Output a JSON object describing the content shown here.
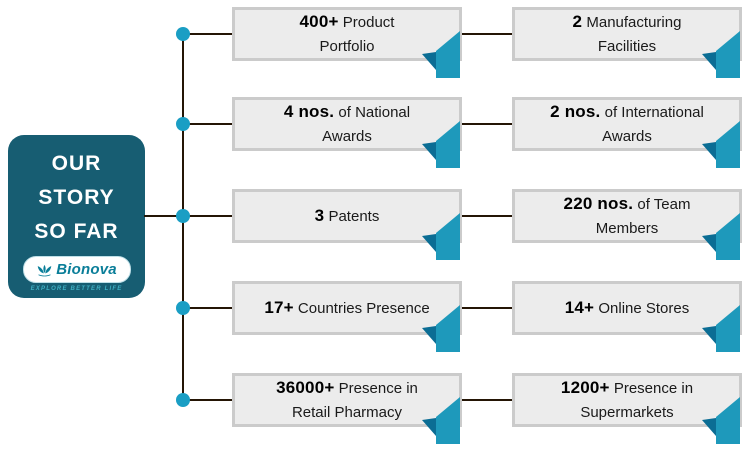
{
  "card": {
    "title_lines": [
      "OUR",
      "STORY",
      "SO FAR"
    ],
    "logo_text": "Bionova",
    "tagline": "EXPLORE BETTER LIFE"
  },
  "rows": [
    {
      "left": {
        "bold": "400+",
        "rest": " Product",
        "line2": "Portfolio"
      },
      "right": {
        "bold": "2",
        "rest": " Manufacturing",
        "line2": "Facilities"
      }
    },
    {
      "left": {
        "bold": "4 nos.",
        "rest": " of National",
        "line2": "Awards"
      },
      "right": {
        "bold": "2 nos.",
        "rest": " of International",
        "line2": "Awards"
      }
    },
    {
      "left": {
        "bold": "3",
        "rest": " Patents",
        "line2": ""
      },
      "right": {
        "bold": "220 nos.",
        "rest": " of Team",
        "line2": "Members"
      }
    },
    {
      "left": {
        "bold": "17+",
        "rest": " Countries Presence",
        "line2": ""
      },
      "right": {
        "bold": "14+",
        "rest": " Online Stores",
        "line2": ""
      }
    },
    {
      "left": {
        "bold": "36000+",
        "rest": " Presence in",
        "line2": "Retail Pharmacy"
      },
      "right": {
        "bold": "1200+",
        "rest": " Presence in",
        "line2": "Supermarkets"
      }
    }
  ],
  "colors": {
    "card": "#175d72",
    "line": "#241505",
    "dot": "#1a9ec4",
    "boxbg": "#ececec",
    "boxborder": "#cbcbcb",
    "ribbon_main": "#1e99bb",
    "ribbon_fold": "#0b6d94",
    "logo": "#0a7e99",
    "tagline": "#3fb0c4"
  }
}
